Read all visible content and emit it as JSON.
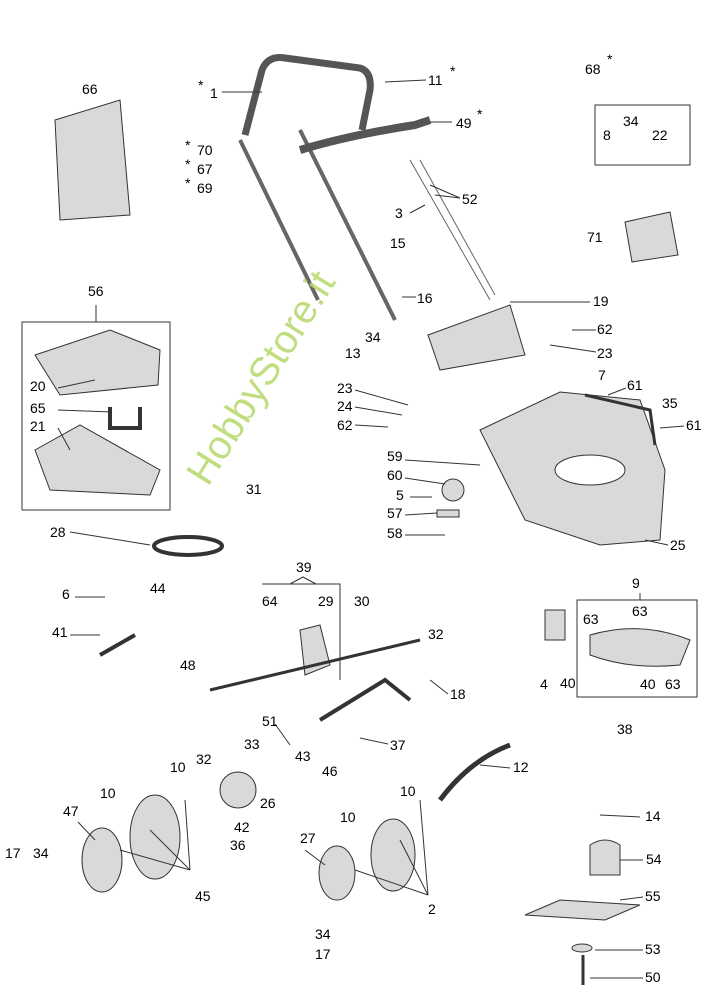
{
  "callouts": [
    "1",
    "11",
    "49",
    "70",
    "67",
    "69",
    "3",
    "52",
    "15",
    "16",
    "13",
    "34",
    "19",
    "62",
    "23",
    "7",
    "61",
    "35",
    "61",
    "23",
    "24",
    "62",
    "59",
    "60",
    "5",
    "57",
    "58",
    "25",
    "66",
    "56",
    "20",
    "65",
    "21",
    "31",
    "28",
    "39",
    "64",
    "29",
    "30",
    "6",
    "44",
    "41",
    "48",
    "32",
    "18",
    "9",
    "63",
    "63",
    "63",
    "40",
    "40",
    "4",
    "38",
    "51",
    "37",
    "33",
    "43",
    "46",
    "12",
    "14",
    "54",
    "55",
    "53",
    "50",
    "10",
    "32",
    "26",
    "42",
    "36",
    "10",
    "47",
    "45",
    "17",
    "34",
    "27",
    "10",
    "10",
    "2",
    "34",
    "17",
    "8",
    "34",
    "22",
    "68",
    "71"
  ],
  "asterisk": "*",
  "watermark": "HobbyStore.it",
  "colors": {
    "part_fill": "#d9d9d9",
    "part_stroke": "#333333",
    "watermark": "#b6d86a"
  }
}
